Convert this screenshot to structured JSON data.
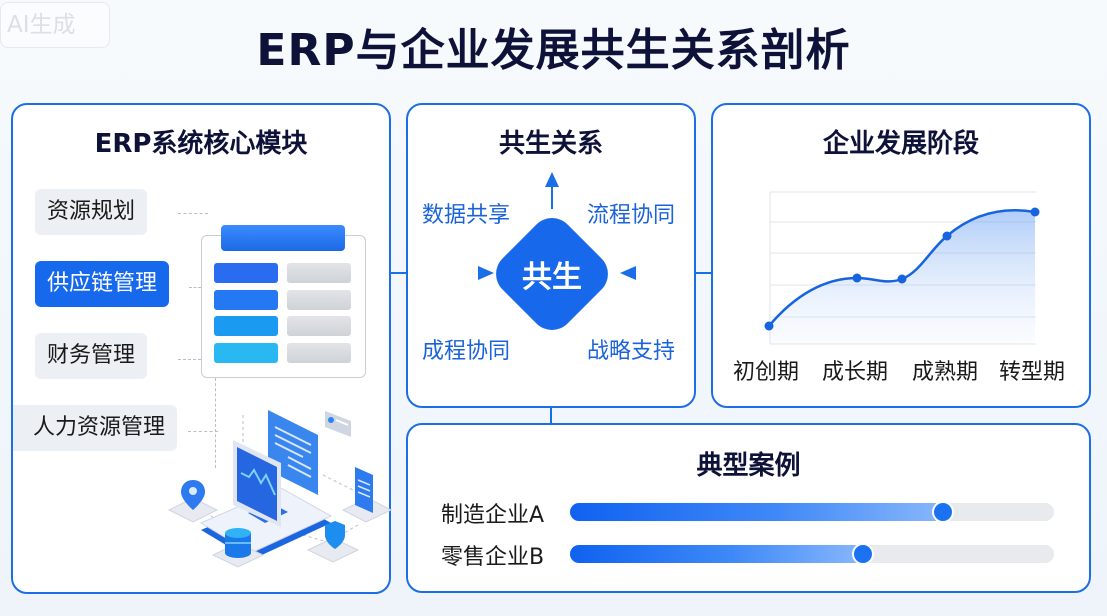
{
  "badge": "AI生成",
  "title": "ERP与企业发展共生关系剖析",
  "modules_panel": {
    "title": "ERP系统核心模块",
    "items": [
      {
        "label": "资源规划",
        "active": false
      },
      {
        "label": "供应链管理",
        "active": true
      },
      {
        "label": "财务管理",
        "active": false
      },
      {
        "label": "人力资源管理",
        "active": false
      }
    ],
    "illustration": [
      "table-card-icon",
      "monitor-chart-icon",
      "document-icon",
      "location-pin-icon",
      "database-icon",
      "shield-icon",
      "mobile-icon",
      "message-card-icon"
    ]
  },
  "symbiosis_panel": {
    "title": "共生关系",
    "center": "共生",
    "labels": [
      "数据共享",
      "流程协同",
      "成程协同",
      "战略支持"
    ]
  },
  "stages_panel": {
    "title": "企业发展阶段",
    "stages": [
      "初创期",
      "成长期",
      "成熟期",
      "转型期"
    ]
  },
  "cases_panel": {
    "title": "典型案例",
    "cases": [
      {
        "label": "制造企业A",
        "percent": 77
      },
      {
        "label": "零售企业B",
        "percent": 60
      }
    ]
  },
  "colors": {
    "accent": "#1b6fe6",
    "title": "#0e1238",
    "track": "#e8eaee"
  },
  "chart_data": {
    "type": "area",
    "title": "企业发展阶段",
    "categories": [
      "初创期",
      "成长期",
      "成熟期",
      "转型期"
    ],
    "x": [
      0,
      1,
      1.5,
      2,
      3
    ],
    "values": [
      13,
      44,
      43,
      71,
      86
    ],
    "xlabel": "",
    "ylabel": "",
    "ylim": [
      0,
      100
    ],
    "grid": true,
    "legend": null,
    "note": "smoothed curve with 5 markers and gradient fill; values estimated relative to plot height"
  }
}
